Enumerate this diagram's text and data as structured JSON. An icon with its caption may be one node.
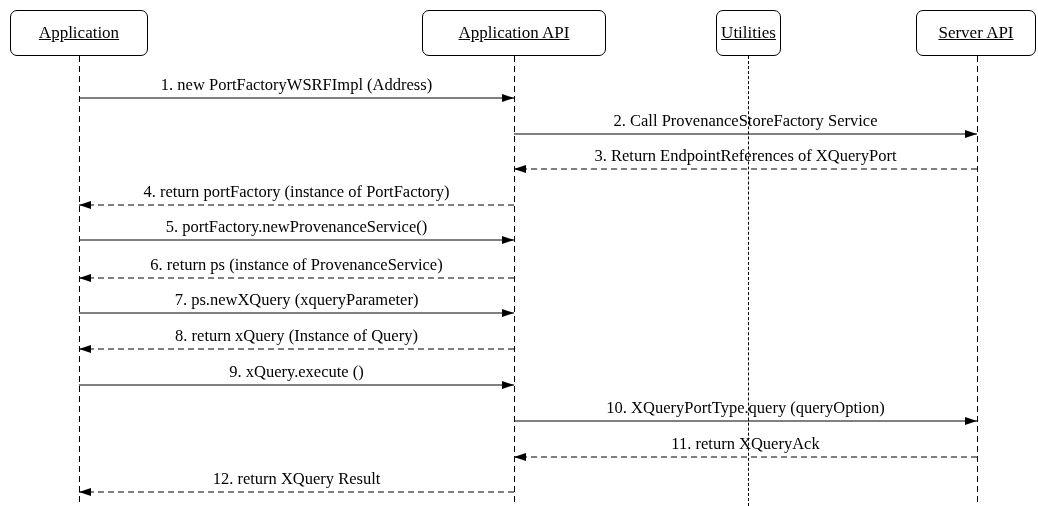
{
  "diagram": {
    "nodes": [
      {
        "text": [
          "Application"
        ]
      },
      {
        "text": [
          "Application API"
        ]
      },
      {
        "text": [
          "Utilities"
        ]
      },
      {
        "text": [
          "Server API"
        ]
      }
    ],
    "edges": [
      {
        "from": 0,
        "to": 1,
        "arrow": "to",
        "label": "1. new PortFactoryWSRFImpl (Address)"
      },
      {
        "from": 1,
        "to": 3,
        "arrow": "to",
        "label": "2. Call ProvenanceStoreFactory Service"
      },
      {
        "from": 3,
        "to": 1,
        "arrow": "to",
        "label": "3. Return EndpointReferences of XQueryPort",
        "style": "dashed"
      },
      {
        "from": 1,
        "to": 0,
        "arrow": "to",
        "label": "4. return portFactory (instance of PortFactory)",
        "style": "dashed"
      },
      {
        "from": 0,
        "to": 1,
        "arrow": "to",
        "label": "5. portFactory.newProvenanceService()"
      },
      {
        "from": 1,
        "to": 0,
        "arrow": "to",
        "label": "6. return ps (instance of ProvenanceService)",
        "style": "dashed"
      },
      {
        "from": 0,
        "to": 1,
        "arrow": "to",
        "label": "7. ps.newXQuery (xqueryParameter)"
      },
      {
        "from": 1,
        "to": 0,
        "arrow": "to",
        "label": "8. return xQuery (Instance of Query)",
        "style": "dashed"
      },
      {
        "from": 0,
        "to": 1,
        "arrow": "to",
        "label": "9. xQuery.execute ()"
      },
      {
        "from": 1,
        "to": 3,
        "arrow": "to",
        "label": "10. XQueryPortType.query (queryOption)"
      },
      {
        "from": 3,
        "to": 1,
        "arrow": "to",
        "label": "11. return XQueryAck",
        "style": "dashed"
      },
      {
        "from": 1,
        "to": 0,
        "arrow": "to",
        "label": "12. return XQuery Result",
        "style": "dashed"
      }
    ]
  }
}
